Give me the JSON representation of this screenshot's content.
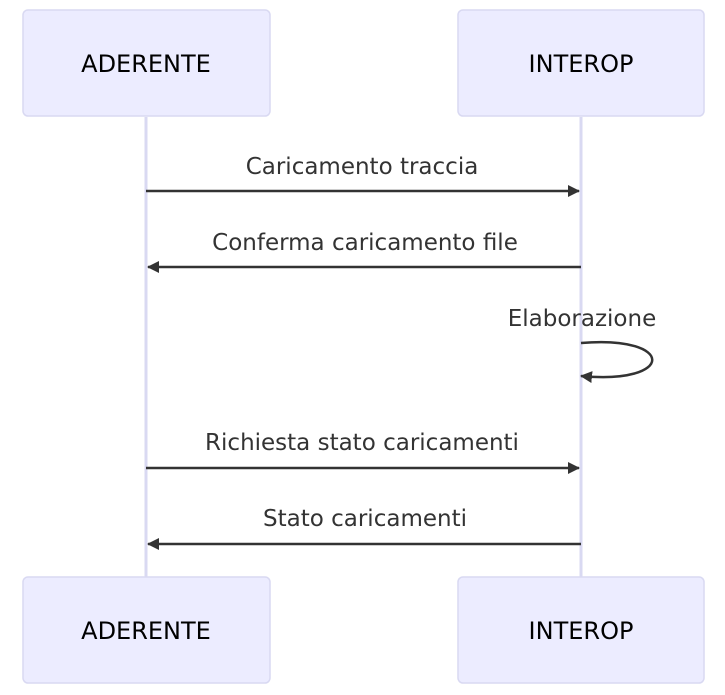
{
  "participants": [
    {
      "id": "aderente",
      "label": "ADERENTE"
    },
    {
      "id": "interop",
      "label": "INTEROP"
    }
  ],
  "messages": [
    {
      "from": "aderente",
      "to": "interop",
      "label": "Caricamento traccia"
    },
    {
      "from": "interop",
      "to": "aderente",
      "label": "Conferma caricamento file"
    },
    {
      "from": "interop",
      "to": "interop",
      "label": "Elaborazione"
    },
    {
      "from": "aderente",
      "to": "interop",
      "label": "Richiesta stato caricamenti"
    },
    {
      "from": "interop",
      "to": "aderente",
      "label": "Stato caricamenti"
    }
  ],
  "colors": {
    "actor_fill": "#ececff",
    "actor_stroke": "#d9d9f2",
    "line": "#333333"
  }
}
